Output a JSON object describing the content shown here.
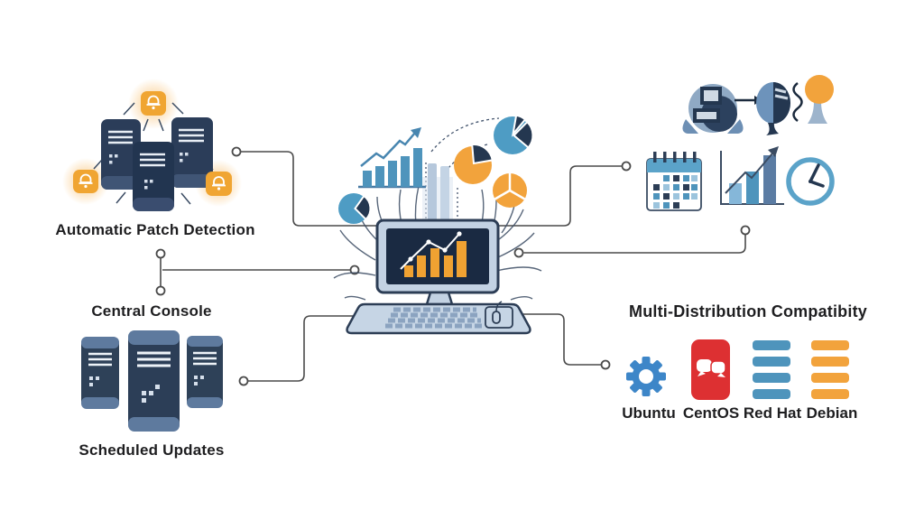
{
  "labels": {
    "patch_detection": "Automatic Patch Detection",
    "central_console": "Central Console",
    "scheduled_updates": "Scheduled Updates",
    "multi_distribution": "Multi-Distribution Compatibity"
  },
  "distros": [
    {
      "label": "Ubuntu",
      "icon": "gear-icon",
      "color": "#3D86C8"
    },
    {
      "label": "CentOS",
      "icon": "chat-bubbles-icon",
      "color": "#DD3032"
    },
    {
      "label": "Red Hat",
      "icon": "stacked-bars-icon",
      "color": "#4E94BC"
    },
    {
      "label": "Debian",
      "icon": "stacked-bars-icon",
      "color": "#F2A33C"
    }
  ],
  "icons": {
    "left_top": "server-cluster-with-alert-bells",
    "left_bottom": "server-cluster",
    "center": "monitor-with-bar-chart-and-keyboard",
    "floating": [
      "bar-chart-icon",
      "pie-chart-icon",
      "pie-chart-icon",
      "pie-chart-icon",
      "pie-chart-icon"
    ],
    "top_right": "automation-robot-cluster",
    "right_row": [
      "calendar-icon",
      "growth-chart-icon",
      "clock-icon"
    ]
  },
  "colors": {
    "orange": "#F2A33C",
    "navy": "#243750",
    "steel_blue": "#4E94BC",
    "light_blue": "#9CC4DD",
    "monitor_frame": "#C3D2E3",
    "screen_navy": "#1A2A42",
    "centos_red": "#DD3032",
    "ubuntu_blue": "#3D86C8",
    "connector": "#4A4A4A",
    "text": "#1E1E20"
  }
}
